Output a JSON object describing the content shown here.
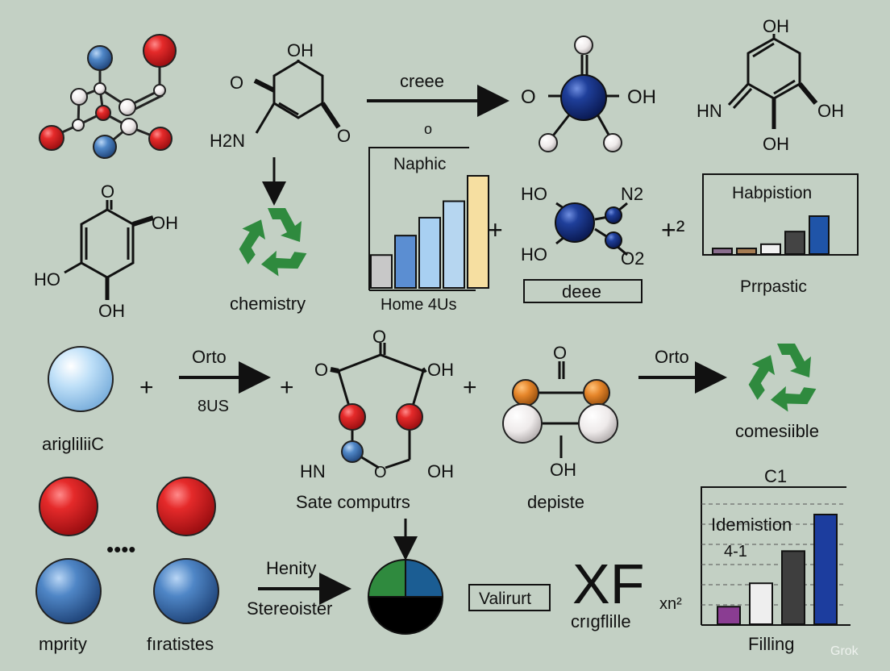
{
  "colors": {
    "background": "#c3d0c4",
    "red": "#d81f26",
    "blue": "#4c86c6",
    "navy": "#1f3f9a",
    "green": "#2f8a3e",
    "orange": "#e6862a",
    "white": "#f3f0f0"
  },
  "molecule_a": {
    "atoms": "red-blue-white-atoms"
  },
  "quinone_top": {
    "oh": "OH",
    "o_left": "O",
    "o_right": "O",
    "h2n": "H2N"
  },
  "reaction_top": {
    "label": "creee",
    "small_o": "o"
  },
  "tetra_molecule": {
    "o": "O",
    "oh": "OH"
  },
  "ring_top_right": {
    "oh_top": "OH",
    "hn": "HN",
    "oh_right": "OH",
    "oh_bottom": "OH"
  },
  "ring_left": {
    "o_top": "O",
    "oh_right": "OH",
    "ho": "HO",
    "oh_bottom": "OH"
  },
  "recycle_mid": {
    "label": "chemistry",
    "icon": "recycle-icon"
  },
  "bar_chart_1": {
    "title": "Naphic",
    "footer": "Home  4Us"
  },
  "plus_1": "+",
  "molecule_mid": {
    "ho_top": "HO",
    "n2": "N2",
    "ho_bottom": "HO",
    "o2": "O2"
  },
  "deee_box": "deee",
  "plus_squared": "+²",
  "bar_chart_2": {
    "title": "Habpistion",
    "caption": "Prrpastic"
  },
  "row3": {
    "sphere_label": "arigliliiC",
    "plus_a": "+",
    "arrow1_top": "Orto",
    "arrow1_bottom": "8US",
    "plus_b": "+",
    "ring": {
      "o_top": "O",
      "o_left": "O",
      "oh_right": "OH",
      "hn": "HN",
      "o_bottom": "O",
      "oh_bottom": "OH"
    },
    "ring_caption": "Sate computrs",
    "plus_c": "+",
    "mol2": {
      "o_top": "O",
      "oh_bottom": "OH"
    },
    "mol2_caption": "depiste",
    "arrow2_label": "Orto",
    "recycle2_label": "comesiible"
  },
  "row4": {
    "dots": "••••",
    "label_left": "mprity",
    "label_right": "fıratistes",
    "arrow_top": "Henity",
    "arrow_bottom": "Stereoister",
    "box": "Valirurt",
    "xf": "XF",
    "xf_caption": "crıgflille",
    "xn2": "xn²"
  },
  "chart_data": [
    {
      "type": "bar",
      "title": "Naphic",
      "categories": [
        "",
        "",
        "",
        "",
        ""
      ],
      "values": [
        2.2,
        3.5,
        4.7,
        5.8,
        7.5
      ],
      "xlabel": "Home  4Us",
      "ylabel": "",
      "grid": false,
      "legend": "none",
      "colors": [
        "#c8c8c8",
        "#5b8ed2",
        "#a8d0f2",
        "#b6d6f0",
        "#f6dfa1"
      ]
    },
    {
      "type": "bar",
      "title": "Habpistion",
      "categories": [
        "",
        "",
        "",
        "",
        ""
      ],
      "values": [
        0.4,
        0.4,
        0.7,
        1.6,
        2.7
      ],
      "xlabel": "",
      "ylabel": "",
      "grid": false,
      "legend": "none",
      "colors": [
        "#8a6e8e",
        "#a67c52",
        "#f1f1f1",
        "#444444",
        "#1f54a8"
      ]
    },
    {
      "type": "bar",
      "title": "C1",
      "annotations": [
        "Idemistion",
        "4-1"
      ],
      "categories": [
        "",
        "",
        "",
        ""
      ],
      "values": [
        1.2,
        2.8,
        5.0,
        7.5
      ],
      "xlabel": "Filling",
      "ylabel": "",
      "grid": true,
      "legend": "none",
      "colors": [
        "#8a3d92",
        "#eeeeee",
        "#3e3e3e",
        "#1c3d9e"
      ]
    }
  ],
  "pie": {
    "type": "pie",
    "slices": [
      {
        "value": 25,
        "color": "#2f8a3e"
      },
      {
        "value": 25,
        "color": "#1b5d93"
      },
      {
        "value": 50,
        "color": "#000000"
      }
    ]
  },
  "watermark": "Grok"
}
